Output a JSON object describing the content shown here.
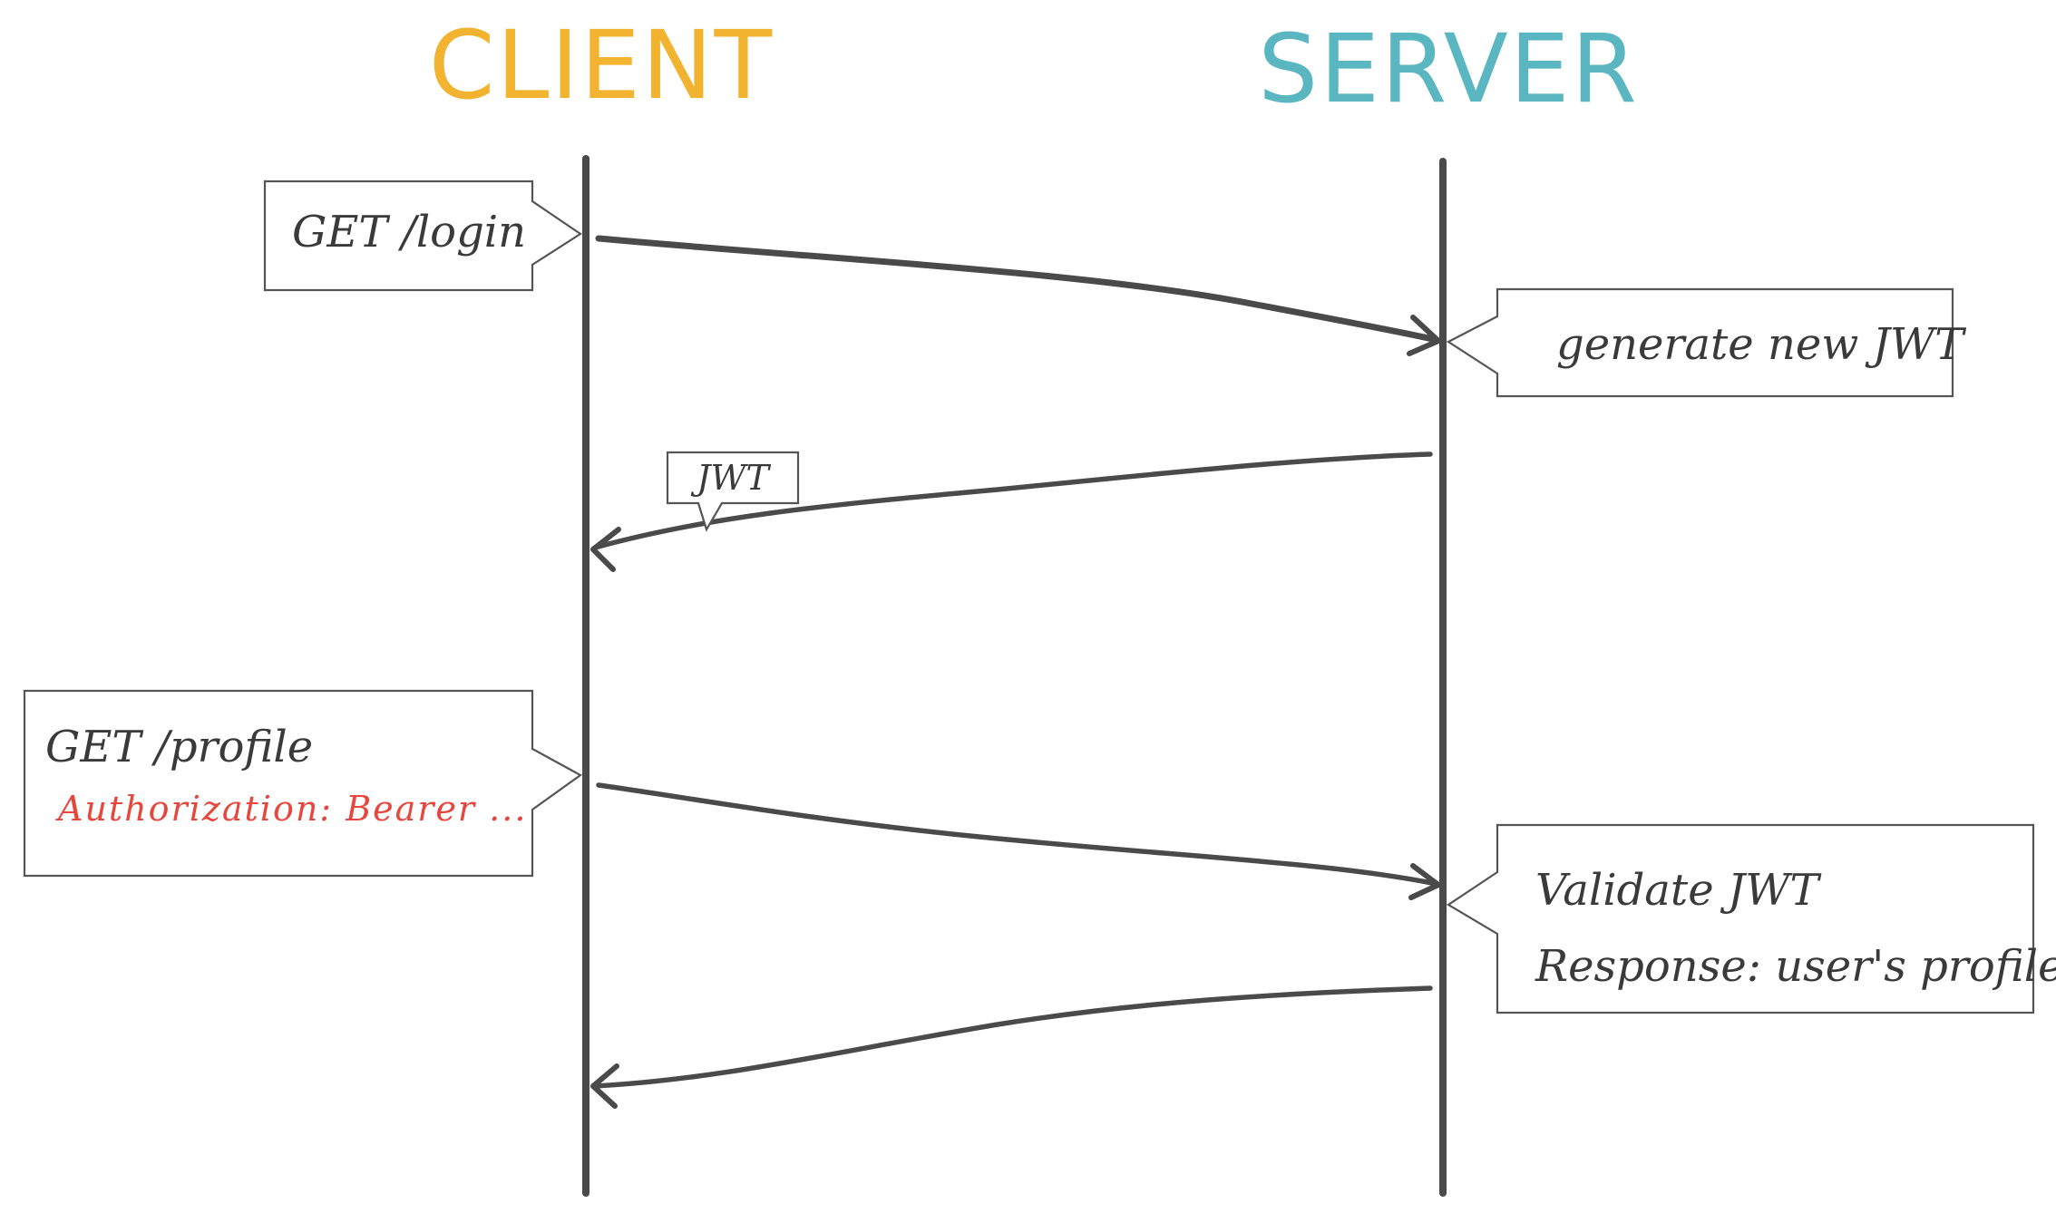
{
  "actors": {
    "client": {
      "title": "CLIENT",
      "color": "#f2b330"
    },
    "server": {
      "title": "SERVER",
      "color": "#5ab7c2"
    }
  },
  "notes": {
    "get_login": "GET /login",
    "generate_jwt": "generate new JWT",
    "jwt_label": "JWT",
    "get_profile": "GET /profile",
    "authorization_header": "Authorization: Bearer ...",
    "authorization_color": "#e8463c",
    "validate_jwt": "Validate JWT",
    "response_profile": "Response: user's profile"
  },
  "line_color": "#4a4a4a"
}
